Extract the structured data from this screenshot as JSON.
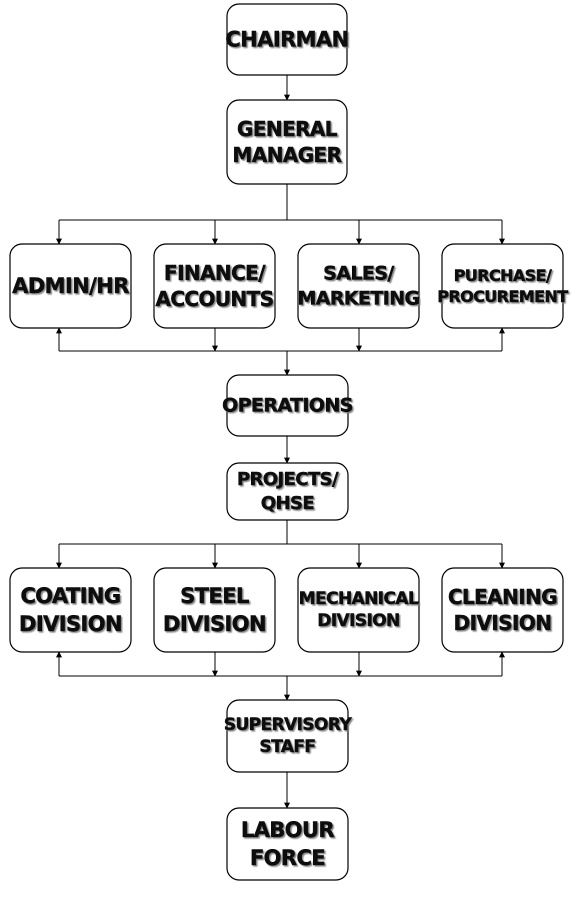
{
  "nodes": {
    "chairman": {
      "lines": [
        "CHAIRMAN"
      ]
    },
    "general_manager": {
      "lines": [
        "GENERAL",
        "MANAGER"
      ]
    },
    "admin_hr": {
      "lines": [
        "ADMIN/HR"
      ]
    },
    "finance_accounts": {
      "lines": [
        "FINANCE/",
        "ACCOUNTS"
      ]
    },
    "sales_marketing": {
      "lines": [
        "SALES/",
        "MARKETING"
      ]
    },
    "purchase_procurement": {
      "lines": [
        "PURCHASE/",
        "PROCUREMENT"
      ]
    },
    "operations": {
      "lines": [
        "OPERATIONS"
      ]
    },
    "projects_qhse": {
      "lines": [
        "PROJECTS/",
        "QHSE"
      ]
    },
    "coating_division": {
      "lines": [
        "COATING",
        "DIVISION"
      ]
    },
    "steel_division": {
      "lines": [
        "STEEL",
        "DIVISION"
      ]
    },
    "mechanical_division": {
      "lines": [
        "MECHANICAL",
        "DIVISION"
      ]
    },
    "cleaning_division": {
      "lines": [
        "CLEANING",
        "DIVISION"
      ]
    },
    "supervisory_staff": {
      "lines": [
        "SUPERVISORY",
        "STAFF"
      ]
    },
    "labour_force": {
      "lines": [
        "LABOUR",
        "FORCE"
      ]
    }
  }
}
